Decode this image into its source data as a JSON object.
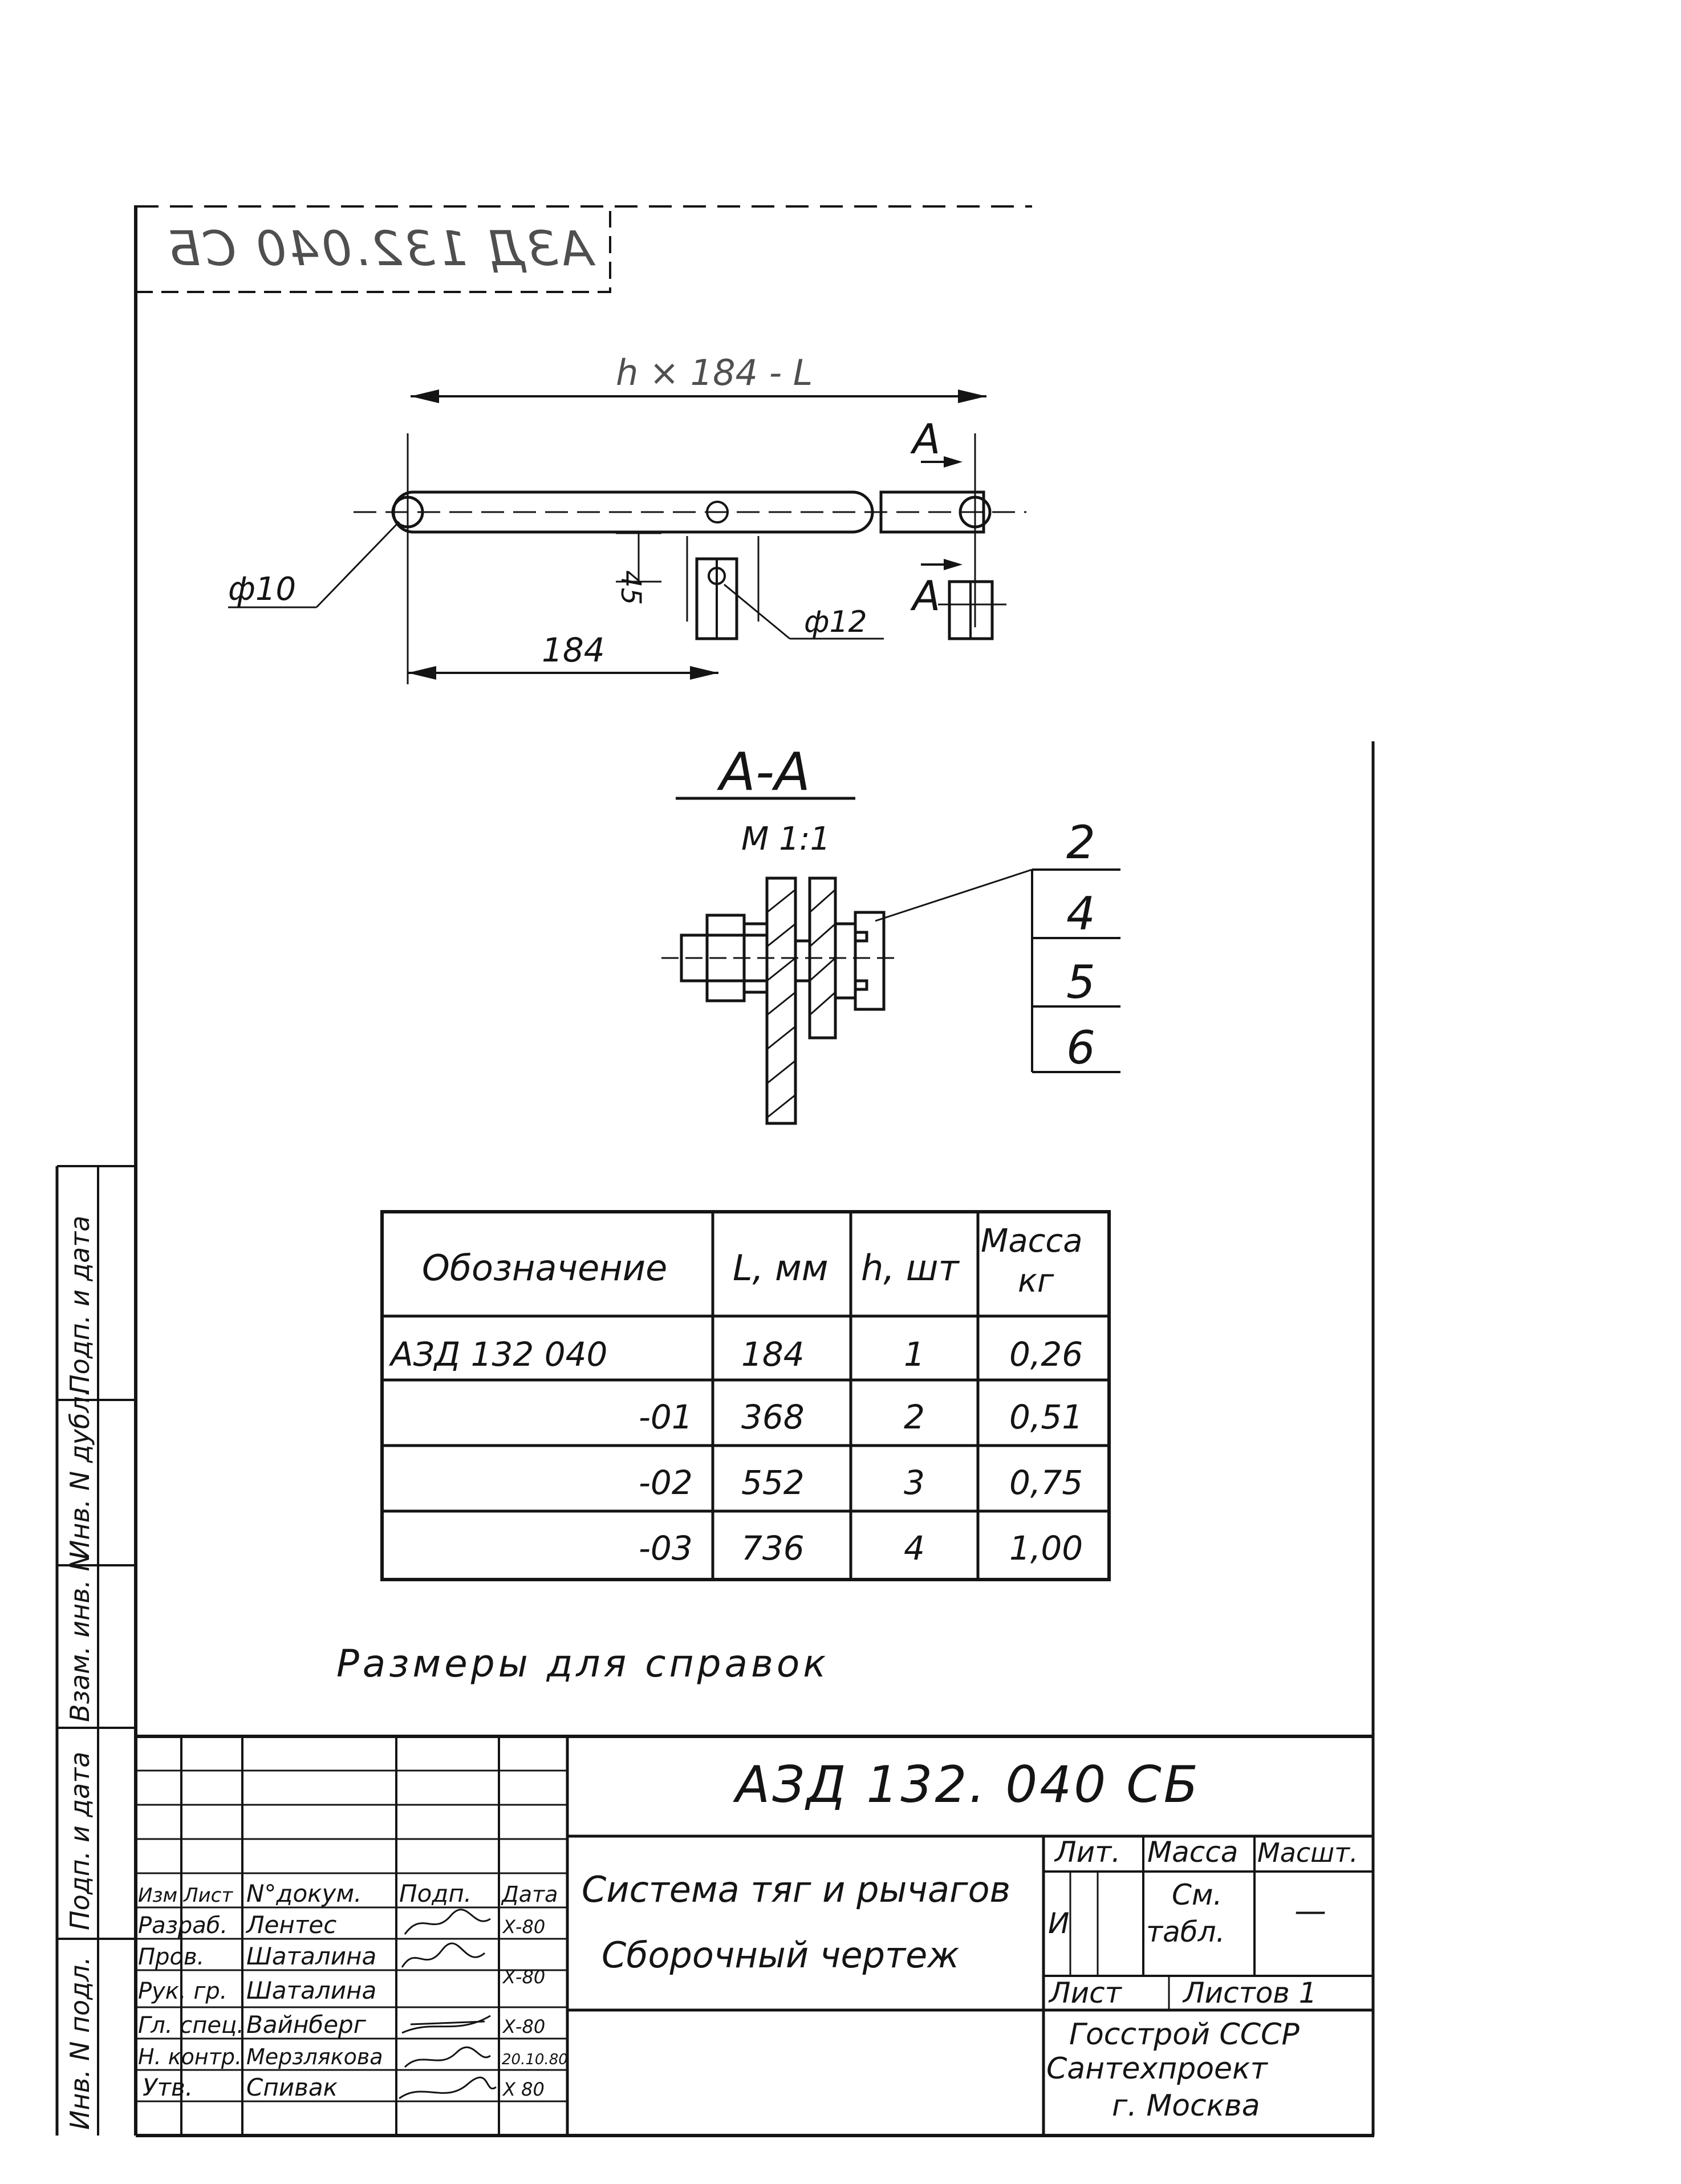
{
  "stamp": {
    "mirrored_code": "АЗД 132.040 СБ"
  },
  "main_view": {
    "length_formula": "h × 184 - L",
    "section_marker": "А",
    "hole_left": "ф10",
    "hole_lever": "ф12",
    "offset_dim": "45",
    "pitch_dim": "184"
  },
  "section": {
    "title": "А-А",
    "scale": "М 1:1",
    "callouts": [
      "2",
      "4",
      "5",
      "6"
    ]
  },
  "table": {
    "headers": {
      "designation": "Обозначение",
      "length": "L, мм",
      "count": "h, шт",
      "mass_line1": "Масса",
      "mass_line2": "кг"
    },
    "rows": [
      {
        "designation": "АЗД 132 040",
        "length": "184",
        "count": "1",
        "mass": "0,26"
      },
      {
        "designation": "-01",
        "length": "368",
        "count": "2",
        "mass": "0,51"
      },
      {
        "designation": "-02",
        "length": "552",
        "count": "3",
        "mass": "0,75"
      },
      {
        "designation": "-03",
        "length": "736",
        "count": "4",
        "mass": "1,00"
      }
    ]
  },
  "note": "Размеры для справок",
  "left_strip": [
    "Инв. N подл.",
    "Подп. и дата",
    "Взам. инв. N",
    "Инв. N дубл.",
    "Подп. и дата"
  ],
  "title_block": {
    "code": "АЗД 132. 040 СБ",
    "name_line1": "Система тяг и рычагов",
    "name_line2": "Сборочный чертеж",
    "col_headers": {
      "izm": "Изм",
      "list": "Лист",
      "doc": "N°докум.",
      "sign": "Подп.",
      "date": "Дата"
    },
    "roles": [
      {
        "role": "Разраб.",
        "name": "Лентес",
        "date": "Х-80"
      },
      {
        "role": "Пров.",
        "name": "Шаталина",
        "date": "Х-80"
      },
      {
        "role": "Рук. гр.",
        "name": "Шаталина",
        "date": ""
      },
      {
        "role": "Гл. спец.",
        "name": "Вайнберг",
        "date": "Х-80"
      },
      {
        "role": "Н. контр.",
        "name": "Мерзлякова",
        "date": "20.10.80"
      },
      {
        "role": "Утв.",
        "name": "Спивак",
        "date": "Х 80"
      }
    ],
    "lit_label": "Лит.",
    "mass_label": "Масса",
    "scale_label": "Масшт.",
    "lit_value": "И",
    "mass_value1": "См.",
    "mass_value2": "табл.",
    "scale_value": "—",
    "sheet_label": "Лист",
    "sheets_label": "Листов 1",
    "org1": "Госстрой СССР",
    "org2": "Сантехпроект",
    "org3": "г. Москва"
  }
}
